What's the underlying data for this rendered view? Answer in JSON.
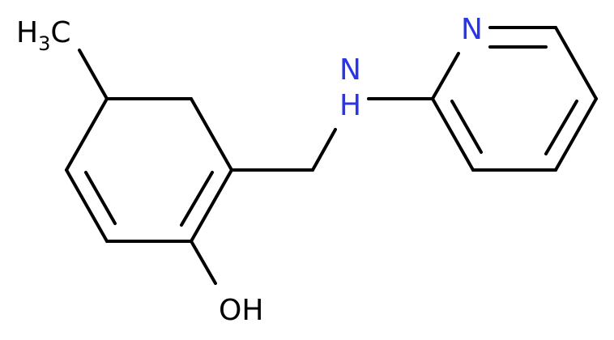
{
  "molecule": {
    "atoms": {
      "methyl": {
        "main": "H",
        "sub": "3",
        "tail": "C"
      },
      "amine_n": "N",
      "amine_h": "H",
      "pyridine_n": "N",
      "hydroxyl": "OH"
    },
    "colors": {
      "carbon_bond": "#000000",
      "nitrogen": "#2a34e8",
      "oxygen": "#000000"
    }
  }
}
